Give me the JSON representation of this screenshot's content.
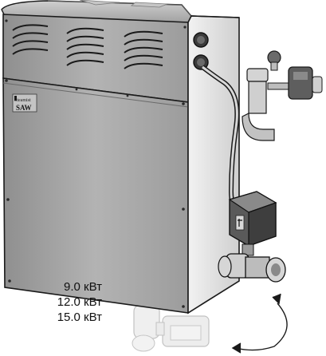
{
  "logo": {
    "brand": "SAW",
    "maker": "Steamist"
  },
  "power_ratings": [
    {
      "label": "9.0 кВт"
    },
    {
      "label": "12.0 кВт"
    },
    {
      "label": "15.0 кВт"
    }
  ],
  "colors": {
    "cabinet_front": "#a9a9a9",
    "cabinet_side": "#dcdcdc",
    "outline": "#1a1a1a",
    "valve_actuator": "#5a5a5a",
    "brass_fittings": "#c8c8c8",
    "ghost_valve": "#e4e4e4"
  },
  "icons": [
    "rotation-arrow-icon",
    "vent-slot-icon",
    "screw-icon"
  ]
}
